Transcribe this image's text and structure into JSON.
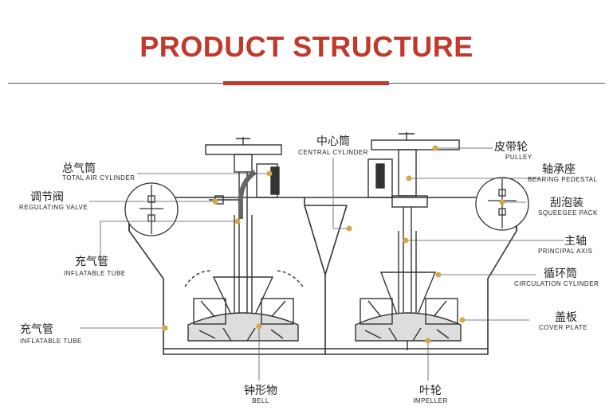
{
  "title": "PRODUCT STRUCTURE",
  "accent_color": "#c0392b",
  "dot_color": "#d4a94a",
  "labels": {
    "total_air_cylinder": {
      "cn": "总气筒",
      "en": "TOTAL AIR CYLINDER"
    },
    "regulating_valve": {
      "cn": "调节阀",
      "en": "REGULATING VALVE"
    },
    "inflatable_tube_top": {
      "cn": "充气管",
      "en": "INFLATABLE TUBE"
    },
    "inflatable_tube_bottom": {
      "cn": "充气管",
      "en": "INFLATABLE TUBE"
    },
    "central_cylinder": {
      "cn": "中心筒",
      "en": "CENTRAL CYLINDER"
    },
    "bell": {
      "cn": "钟形物",
      "en": "BELL"
    },
    "impeller": {
      "cn": "叶轮",
      "en": "IMPELLER"
    },
    "pulley": {
      "cn": "皮带轮",
      "en": "PULLEY"
    },
    "bearing_pedestal": {
      "cn": "轴承座",
      "en": "BEARING PEDESTAL"
    },
    "squeegee_pack": {
      "cn": "刮泡装",
      "en": "SQUEEGEE PACK"
    },
    "principal_axis": {
      "cn": "主轴",
      "en": "PRINCIPAL AXIS"
    },
    "circulation_cylinder": {
      "cn": "循环筒",
      "en": "CIRCULATION CYLINDER"
    },
    "cover_plate": {
      "cn": "盖板",
      "en": "COVER PLATE"
    }
  }
}
